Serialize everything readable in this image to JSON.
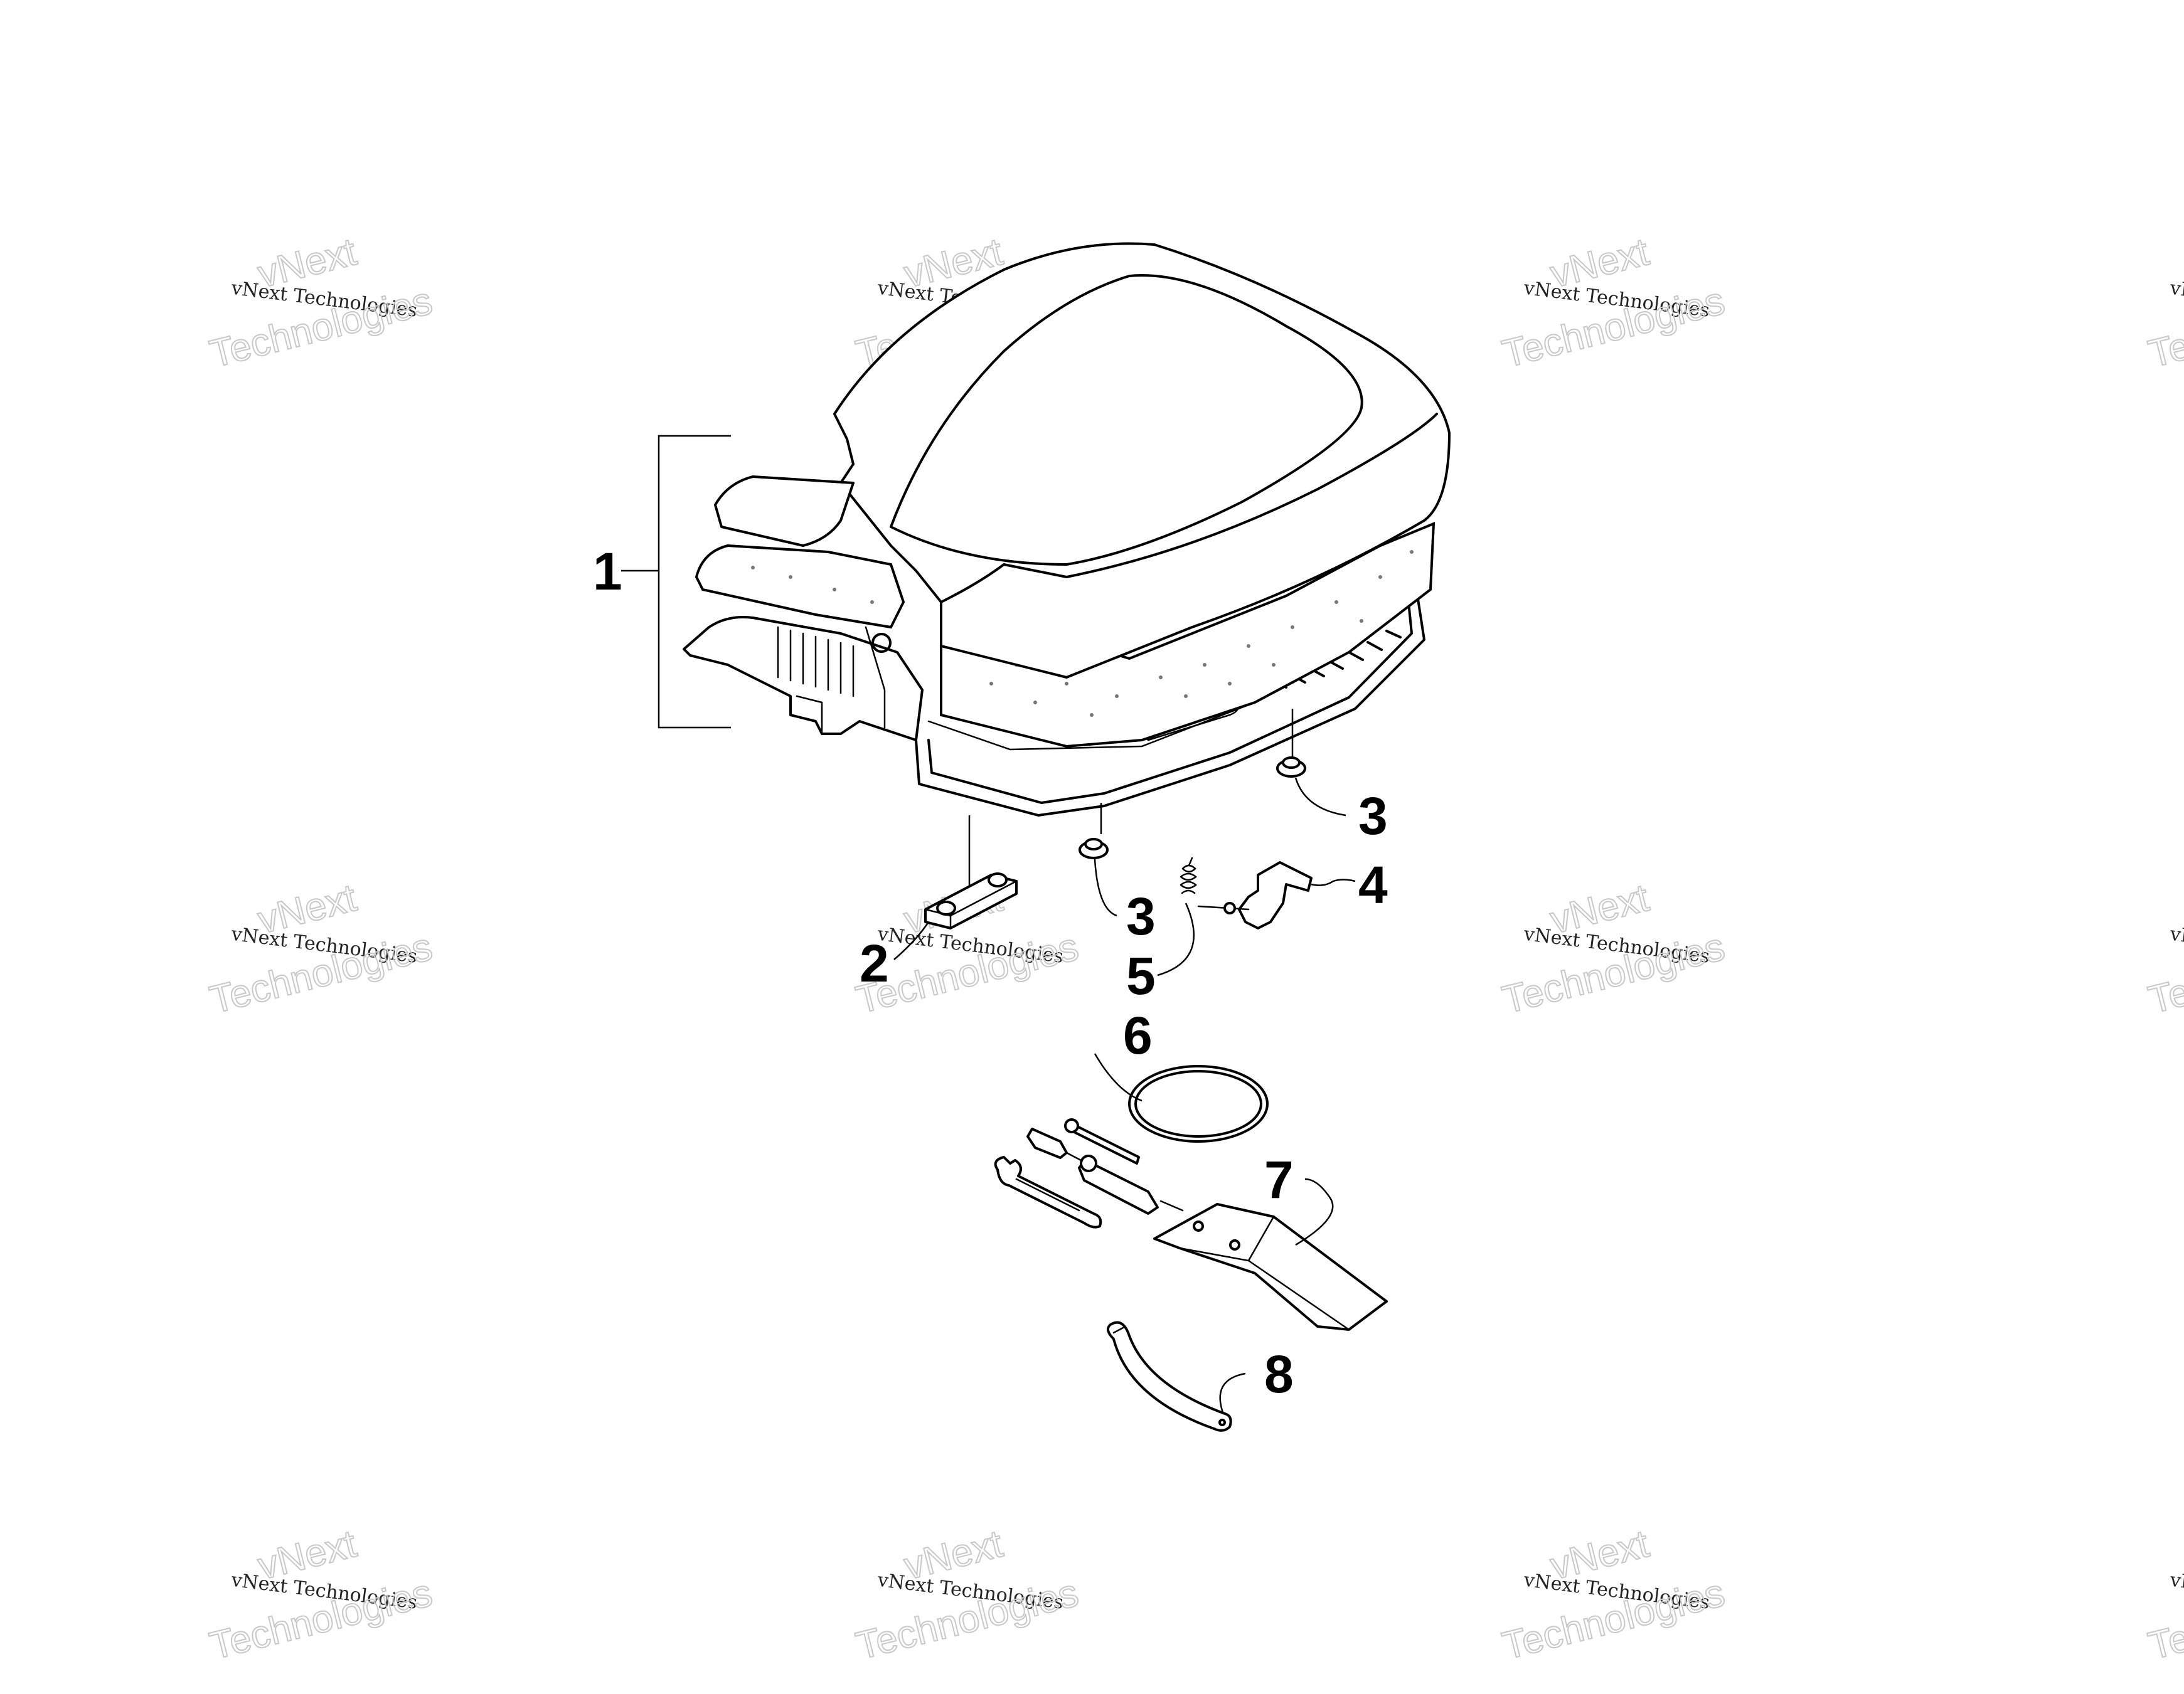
{
  "watermark": {
    "line1": "vNext",
    "line2": "vNext Technologies",
    "line3": "Technologies"
  },
  "callouts": {
    "c1": "1",
    "c2": "2",
    "c3a": "3",
    "c3b": "3",
    "c4": "4",
    "c5": "5",
    "c6": "6",
    "c7": "7",
    "c8": "8"
  },
  "colors": {
    "line": "#000000",
    "background": "#ffffff",
    "watermark_outline": "#c8c8c8"
  }
}
